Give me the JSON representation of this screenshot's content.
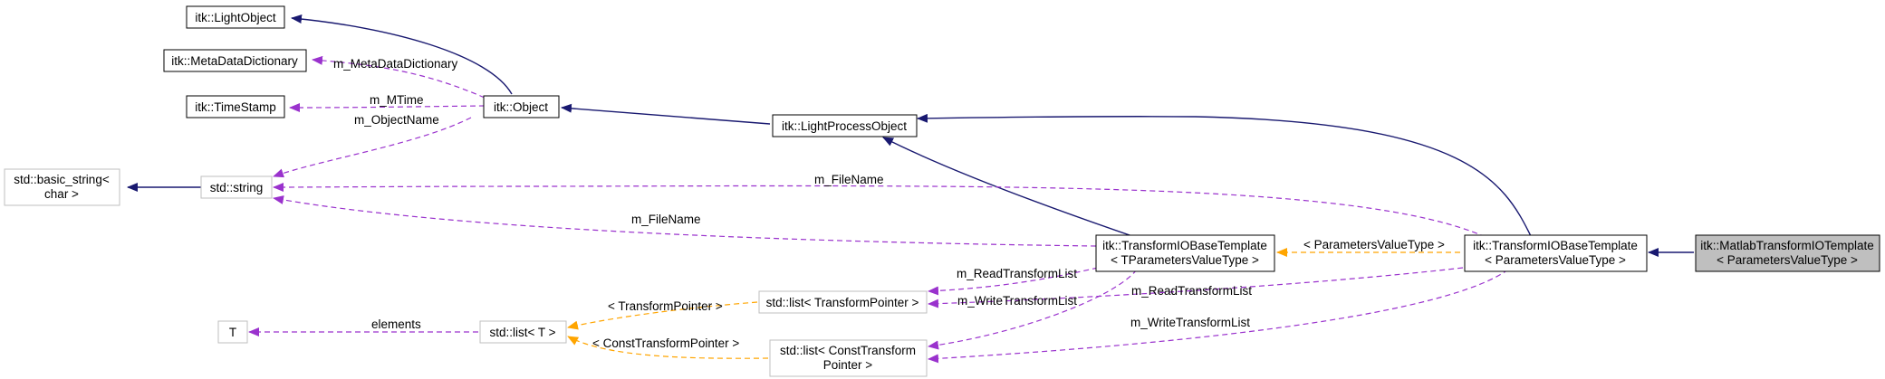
{
  "colors": {
    "inheritance": "#191970",
    "usage": "#9a32cd",
    "template": "#ffa500",
    "node_border_dark": "#000000",
    "node_border_light": "#bfbfbf",
    "node_focus_fill": "#bfbfbf",
    "node_fill": "#ffffff"
  },
  "nodes": {
    "light_object": {
      "lines": [
        "itk::LightObject"
      ]
    },
    "meta_data_dictionary": {
      "lines": [
        "itk::MetaDataDictionary"
      ]
    },
    "time_stamp": {
      "lines": [
        "itk::TimeStamp"
      ]
    },
    "object": {
      "lines": [
        "itk::Object"
      ]
    },
    "basic_string": {
      "lines": [
        "std::basic_string<",
        "char >"
      ]
    },
    "string": {
      "lines": [
        "std::string"
      ]
    },
    "light_process_object": {
      "lines": [
        "itk::LightProcessObject"
      ]
    },
    "transform_io_base_tparams": {
      "lines": [
        "itk::TransformIOBaseTemplate",
        "< TParametersValueType >"
      ]
    },
    "transform_io_base_params": {
      "lines": [
        "itk::TransformIOBaseTemplate",
        "< ParametersValueType >"
      ]
    },
    "matlab_transform_io": {
      "lines": [
        "itk::MatlabTransformIOTemplate",
        "< ParametersValueType >"
      ]
    },
    "t": {
      "lines": [
        "T"
      ]
    },
    "list_t": {
      "lines": [
        "std::list< T >"
      ]
    },
    "list_transform_pointer": {
      "lines": [
        "std::list< TransformPointer >"
      ]
    },
    "list_const_transform_pointer": {
      "lines": [
        "std::list< ConstTransform",
        "Pointer >"
      ]
    }
  },
  "edge_labels": {
    "meta_data_dictionary": "m_MetaDataDictionary",
    "mtime": "m_MTime",
    "object_name": "m_ObjectName",
    "file_name_top": "m_FileName",
    "file_name_mid": "m_FileName",
    "parameters_value_type": "< ParametersValueType >",
    "read_transform_list_1": "m_ReadTransformList",
    "write_transform_list_1": "m_WriteTransformList",
    "read_transform_list_2": "m_ReadTransformList",
    "write_transform_list_2": "m_WriteTransformList",
    "transform_pointer": "< TransformPointer >",
    "const_transform_pointer": "< ConstTransformPointer >",
    "elements": "elements"
  }
}
